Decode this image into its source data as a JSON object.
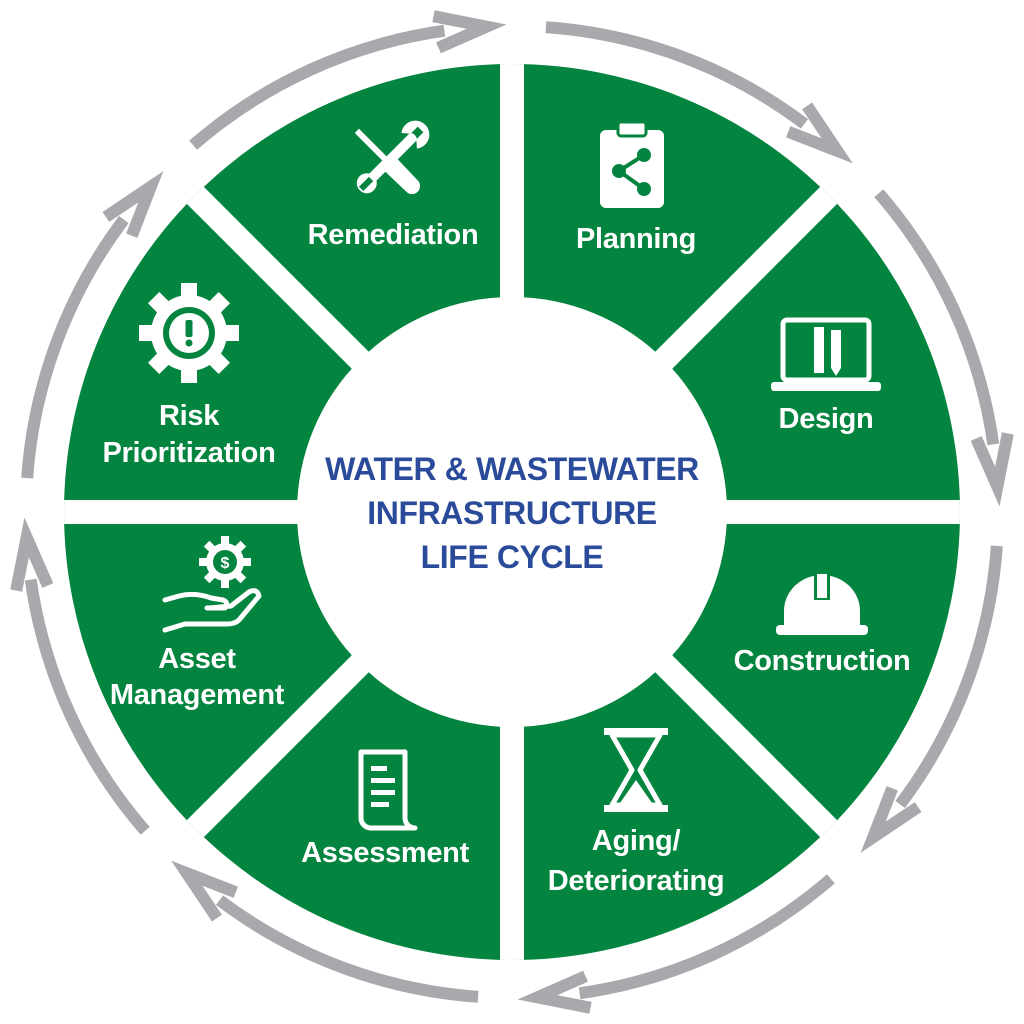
{
  "colors": {
    "segment_fill": "#03843f",
    "arrow": "#a7a9ac",
    "title": "#2a4a9a",
    "icon": "#ffffff",
    "background": "#ffffff"
  },
  "center": {
    "line1": "WATER & WASTEWATER",
    "line2": "INFRASTRUCTURE",
    "line3": "LIFE CYCLE"
  },
  "segments": [
    {
      "id": "planning",
      "icon": "clipboard-share-icon",
      "lines": [
        "Planning"
      ]
    },
    {
      "id": "design",
      "icon": "laptop-ruler-pencil-icon",
      "lines": [
        "Design"
      ]
    },
    {
      "id": "construction",
      "icon": "hard-hat-icon",
      "lines": [
        "Construction"
      ]
    },
    {
      "id": "aging",
      "icon": "hourglass-icon",
      "lines": [
        "Aging/",
        "Deteriorating"
      ]
    },
    {
      "id": "assessment",
      "icon": "document-scroll-icon",
      "lines": [
        "Assessment"
      ]
    },
    {
      "id": "asset-management",
      "icon": "hand-dollar-gear-icon",
      "lines": [
        "Asset",
        "Management"
      ]
    },
    {
      "id": "risk-prioritization",
      "icon": "gear-alert-icon",
      "lines": [
        "Risk",
        "Prioritization"
      ]
    },
    {
      "id": "remediation",
      "icon": "wrench-screwdriver-icon",
      "lines": [
        "Remediation"
      ]
    }
  ],
  "cycle_direction": "clockwise"
}
